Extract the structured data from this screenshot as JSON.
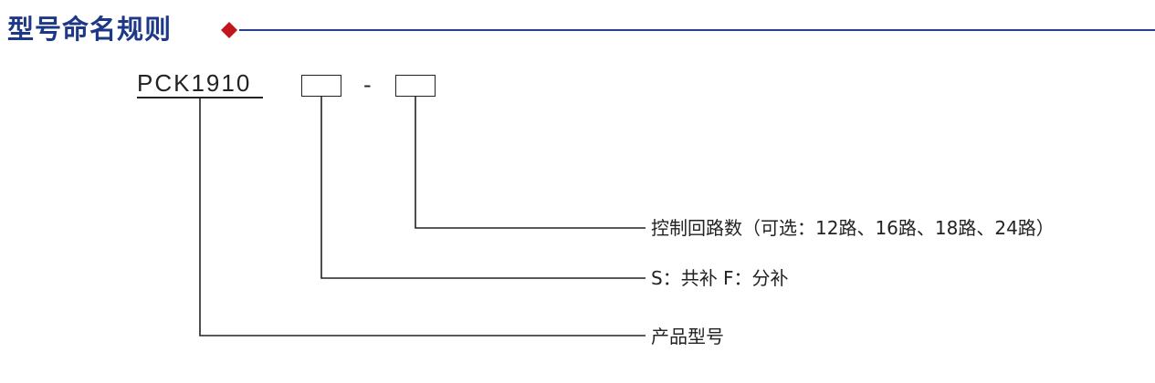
{
  "header": {
    "title": "型号命名规则",
    "colors": {
      "title": "#1e3888",
      "diamond": "#c3161c",
      "rule": "#2a3f8f"
    },
    "diamond_icon": "diamond-icon"
  },
  "naming": {
    "model": "PCK1910",
    "separator": "-",
    "text_color": "#222222",
    "fields": [
      {
        "description": "控制回路数（可选：12路、16路、18路、24路）"
      },
      {
        "description": "S：共补 F：分补"
      },
      {
        "description": "产品型号"
      }
    ]
  }
}
